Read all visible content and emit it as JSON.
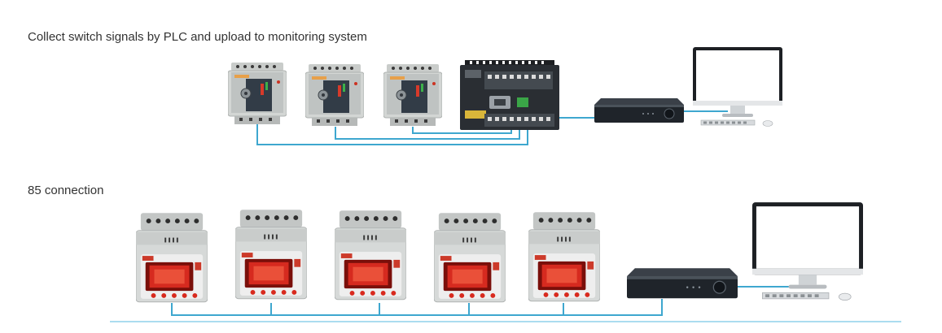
{
  "section1": {
    "title": "Collect switch signals by PLC and upload to monitoring system",
    "devices": [
      {
        "name": "relay-module-1",
        "icon": "din-relay-icon"
      },
      {
        "name": "relay-module-2",
        "icon": "din-relay-icon"
      },
      {
        "name": "relay-module-3",
        "icon": "din-relay-icon"
      },
      {
        "name": "plc",
        "icon": "plc-icon"
      },
      {
        "name": "dvr",
        "icon": "dvr-icon"
      },
      {
        "name": "monitor",
        "icon": "monitor-icon"
      }
    ]
  },
  "section2": {
    "title": "85 connection",
    "devices": [
      {
        "name": "meter-1",
        "icon": "din-meter-icon"
      },
      {
        "name": "meter-2",
        "icon": "din-meter-icon"
      },
      {
        "name": "meter-3",
        "icon": "din-meter-icon"
      },
      {
        "name": "meter-4",
        "icon": "din-meter-icon"
      },
      {
        "name": "meter-5",
        "icon": "din-meter-icon"
      },
      {
        "name": "dvr",
        "icon": "dvr-icon"
      },
      {
        "name": "monitor",
        "icon": "monitor-icon"
      }
    ]
  },
  "colors": {
    "wire": "#3ea7cf",
    "device_body": "#cdd0cf",
    "display_red": "#d62a1f",
    "dark_device": "#222a33"
  }
}
